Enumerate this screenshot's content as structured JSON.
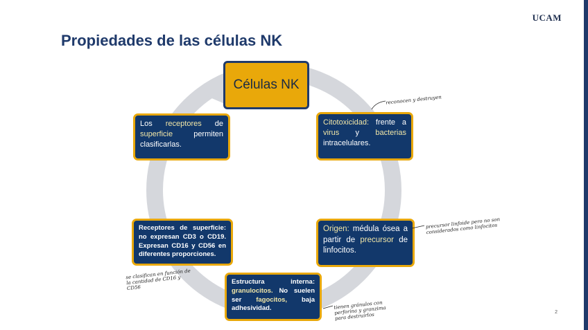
{
  "header": {
    "logo": "UCAM",
    "title": "Propiedades de las células NK"
  },
  "diagram": {
    "center": "Células NK",
    "top_right": {
      "label": "Citotoxicidad:",
      "rest_pre": " frente a ",
      "v": "virus",
      "mid": " y ",
      "b": "bacterias",
      "end": " intracelulares."
    },
    "top_left": {
      "pre": "Los ",
      "receptores": "receptores",
      "mid": " de ",
      "superficie": "superficie",
      "end": " permiten clasificarlas."
    },
    "mid_right": {
      "label": "Origen:",
      "rest": " médula ósea a partir de ",
      "precursor": "precursor",
      "end": " de linfocitos."
    },
    "mid_left": {
      "text": "Receptores de superficie: no expresan CD3 o CD19. Expresan CD16 y CD56 en diferentes proporciones."
    },
    "bottom": {
      "pre": "Estructura interna: ",
      "gran": "granulocitos.",
      "mid": " No suelen ser ",
      "fag": "fagocitos,",
      "end": " baja adhesividad."
    }
  },
  "annotations": {
    "top_right": "reconocen y destruyen",
    "mid_right": "precursor linfoide pero no son considerados como linfocitos",
    "left": "se clasifican en función de la cantidad de CD16 y CD56",
    "bottom": "tienen gránulos con perforina y granzima para destruirlos"
  },
  "page_number": "2"
}
